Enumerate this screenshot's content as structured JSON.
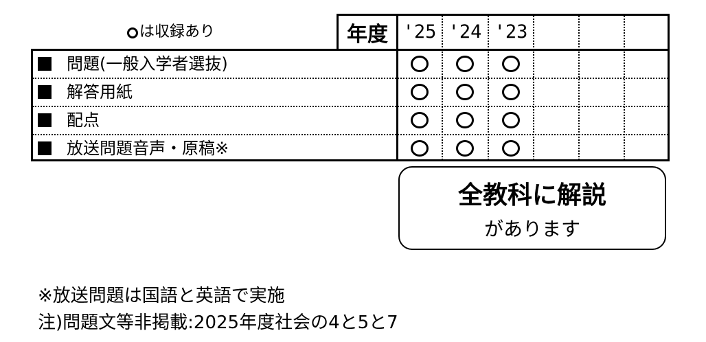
{
  "legend": {
    "mark": "○",
    "text": "は収録あり"
  },
  "header": {
    "year_label": "年度",
    "years": [
      "'25",
      "'24",
      "'23",
      "",
      "",
      ""
    ]
  },
  "rows": [
    {
      "label": "問題(一般入学者選抜)",
      "marks": [
        "○",
        "○",
        "○",
        "",
        "",
        ""
      ]
    },
    {
      "label": "解答用紙",
      "marks": [
        "○",
        "○",
        "○",
        "",
        "",
        ""
      ]
    },
    {
      "label": "配点",
      "marks": [
        "○",
        "○",
        "○",
        "",
        "",
        ""
      ]
    },
    {
      "label": "放送問題音声・原稿※",
      "marks": [
        "○",
        "○",
        "○",
        "",
        "",
        ""
      ]
    }
  ],
  "callout": {
    "title": "全教科に解説",
    "subtitle": "があります"
  },
  "notes": [
    "※放送問題は国語と英語で実施",
    "注)問題文等非掲載:2025年度社会の4と5と7"
  ]
}
